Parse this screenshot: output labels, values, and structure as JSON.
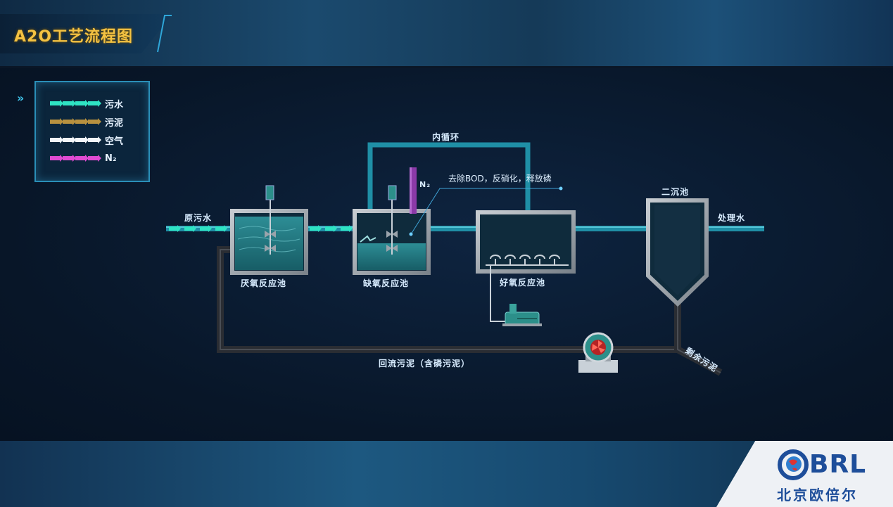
{
  "page": {
    "title": "A2O工艺流程图"
  },
  "legend": {
    "toggle_glyph": "»",
    "items": [
      {
        "label": "污水",
        "color": "#2fe3c3"
      },
      {
        "label": "污泥",
        "color": "#b8913f"
      },
      {
        "label": "空气",
        "color": "#f2f6fa"
      },
      {
        "label": "N₂",
        "color": "#e04bd2"
      }
    ]
  },
  "diagram": {
    "raw_water": "原污水",
    "anaerobic_tank": "厌氧反应池",
    "anoxic_tank": "缺氧反应池",
    "aerobic_tank": "好氧反应池",
    "secondary_clarifier": "二沉池",
    "treated_water": "处理水",
    "internal_recycle": "内循环",
    "n2_label": "N₂",
    "anoxic_note": "去除BOD，反硝化，释放磷",
    "return_sludge": "回流污泥（含磷污泥）",
    "excess_sludge": "剩余污泥"
  },
  "colors": {
    "water_pipe": "#1f8fa6",
    "sludge_pipe": "#2a2d33",
    "tank_frame": "#9ea6ae",
    "water_fill": "#1b6f78",
    "accent_title": "#f4c242"
  },
  "brand": {
    "logo_text": "BRL",
    "company": "北京欧倍尔"
  }
}
